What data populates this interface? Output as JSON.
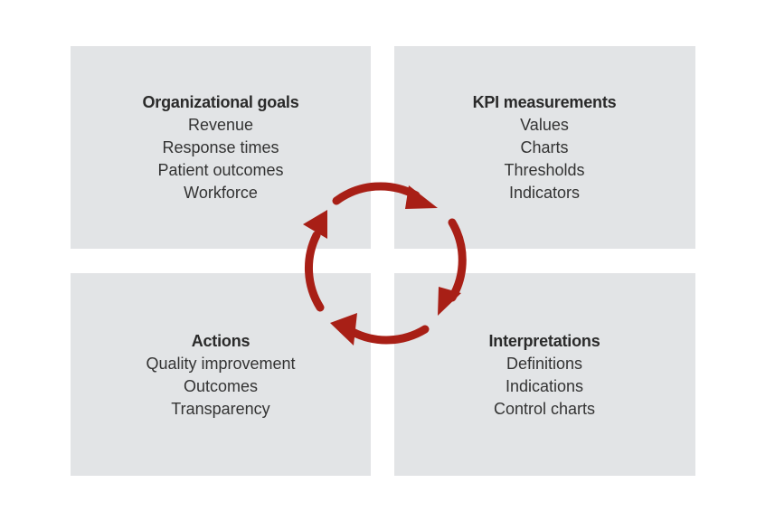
{
  "quadrants": {
    "top_left": {
      "heading": "Organizational goals",
      "items": [
        "Revenue",
        "Response times",
        "Patient outcomes",
        "Workforce"
      ]
    },
    "top_right": {
      "heading": "KPI measurements",
      "items": [
        "Values",
        "Charts",
        "Thresholds",
        "Indicators"
      ]
    },
    "bottom_left": {
      "heading": "Actions",
      "items": [
        "Quality improvement",
        "Outcomes",
        "Transparency"
      ]
    },
    "bottom_right": {
      "heading": "Interpretations",
      "items": [
        "Definitions",
        "Indications",
        "Control charts"
      ]
    }
  },
  "colors": {
    "panel": "#e2e4e6",
    "arrow": "#a81f16"
  }
}
